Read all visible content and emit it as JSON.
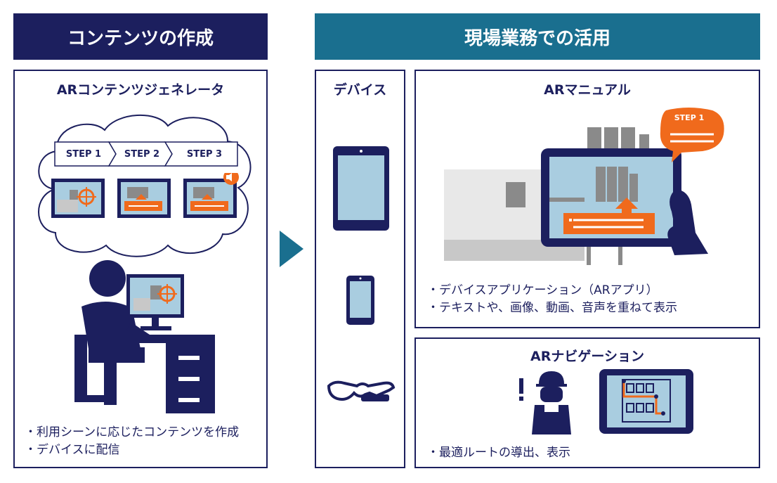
{
  "left_header": "コンテンツの作成",
  "right_header": "現場業務での活用",
  "generator": {
    "title": "ARコンテンツジェネレータ",
    "steps": [
      "STEP 1",
      "STEP 2",
      "STEP 3"
    ],
    "bullets": [
      "・利用シーンに応じたコンテンツを作成",
      "・デバイスに配信"
    ]
  },
  "devices": {
    "title": "デバイス"
  },
  "manual": {
    "title": "ARマニュアル",
    "bubble_label": "STEP 1",
    "bullets": [
      "・デバイスアプリケーション（ARアプリ）",
      "・テキストや、画像、動画、音声を重ねて表示"
    ]
  },
  "navigation": {
    "title": "ARナビゲーション",
    "bullets": [
      "・最適ルートの導出、表示"
    ]
  },
  "colors": {
    "navy": "#1c1f5e",
    "teal": "#1a6f8f",
    "orange": "#f06a1c",
    "screen": "#a9cde0",
    "gray": "#c8c8c8"
  }
}
